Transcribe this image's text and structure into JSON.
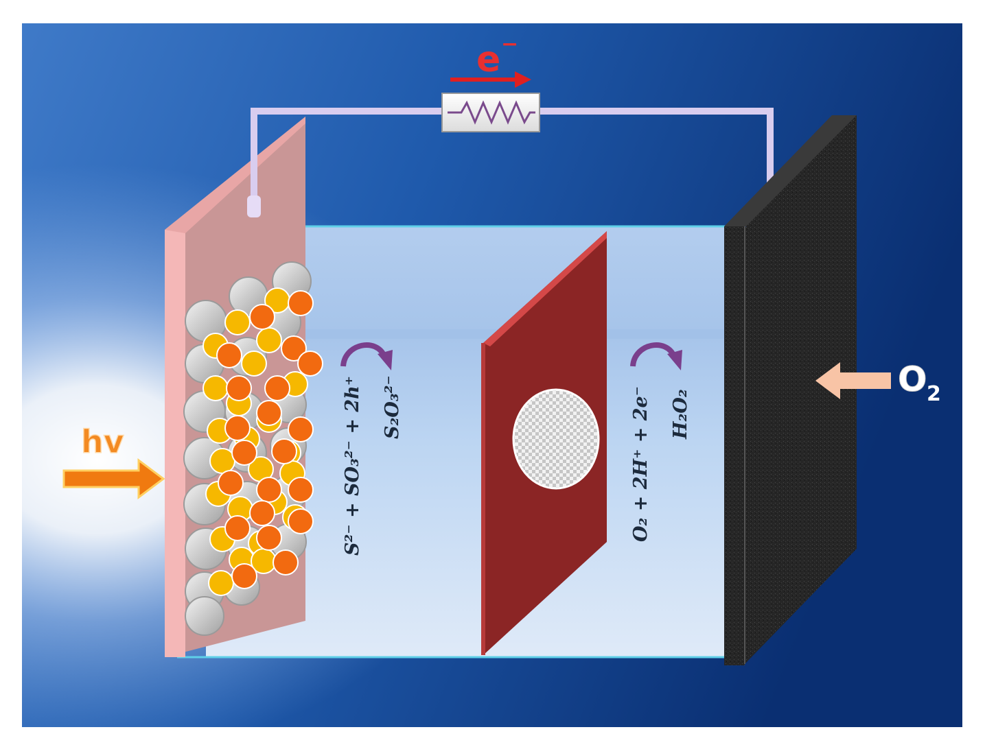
{
  "labels": {
    "electron": "e",
    "electron_charge": "−",
    "light": "hv",
    "oxygen": "O",
    "oxygen_sub": "2",
    "anode_reaction_line1": "S²⁻ + SO₃²⁻ + 2h⁺",
    "anode_reaction_line2": "S₂O₃²⁻",
    "cathode_reaction_line1": "O₂ + 2H⁺ + 2e⁻",
    "cathode_reaction_line2": "H₂O₂"
  },
  "colors": {
    "background_sky": "#0d3c86",
    "sun_glow": "#ffffff",
    "electrolyte": "#b8d4f0",
    "photoanode": "#c99696",
    "photoanode_edge": "#f4b7b7",
    "membrane": "#8b2525",
    "membrane_edge": "#d44848",
    "cathode": "#2a2a2a",
    "wire": "#d9cdef",
    "electron_arrow": "#e02020",
    "light_arrow": "#f07a10",
    "oxygen_arrow": "#f8c4a6",
    "particle_gray": "#c8c8c8",
    "particle_yellow": "#f6b800",
    "particle_orange": "#f26a10",
    "reaction_arrow": "#7a3f8c"
  },
  "icons": [
    "resistor-icon",
    "electron-flow-arrow-icon",
    "light-arrow-icon",
    "oxygen-arrow-icon",
    "curved-reaction-arrow-icon"
  ]
}
